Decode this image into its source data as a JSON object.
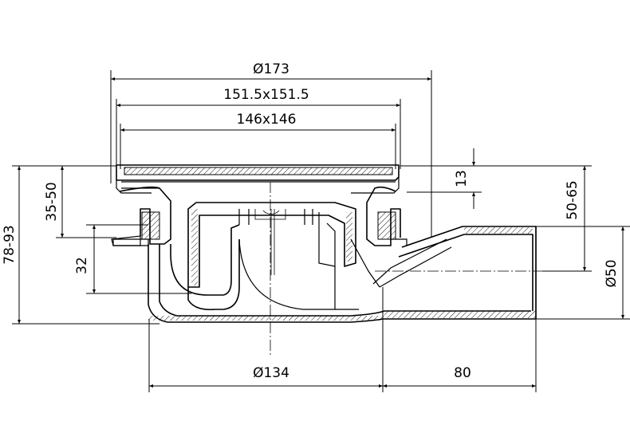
{
  "dimensions": {
    "top_outer_diameter": "Ø173",
    "grate_frame_size": "151.5x151.5",
    "grate_size": "146x146",
    "frame_height": "13",
    "total_height": "78-93",
    "adjust_height": "35-50",
    "outlet_depth": "32",
    "outlet_height": "50-65",
    "outlet_diameter": "Ø50",
    "body_diameter": "Ø134",
    "outlet_length": "80"
  }
}
